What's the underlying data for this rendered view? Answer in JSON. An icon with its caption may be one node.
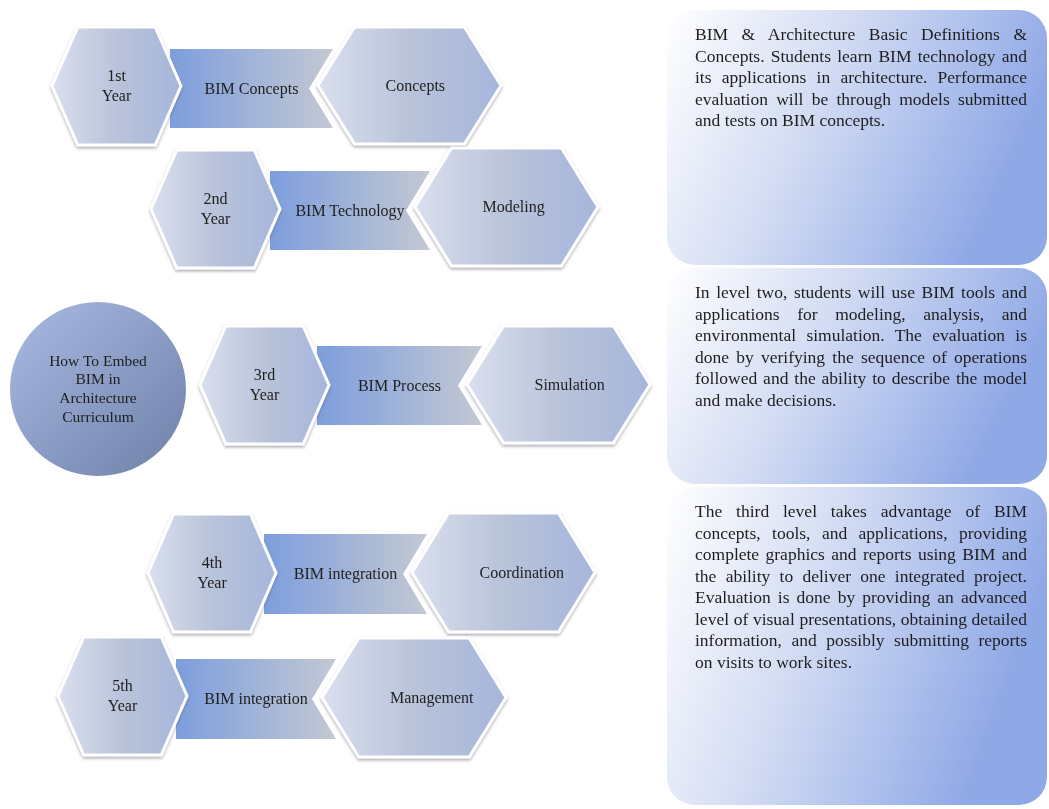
{
  "diagram": {
    "nodes": [
      {
        "text": [
          "1st Year"
        ]
      },
      {
        "text": [
          "BIM Concepts"
        ]
      },
      {
        "text": [
          "Concepts"
        ]
      },
      {
        "text": [
          "2nd Year"
        ]
      },
      {
        "text": [
          "BIM Technology"
        ]
      },
      {
        "text": [
          "Modeling"
        ]
      },
      {
        "text": [
          "How To Embed BIM in Architecture Curriculum"
        ]
      },
      {
        "text": [
          "3rd Year"
        ]
      },
      {
        "text": [
          "BIM Process"
        ]
      },
      {
        "text": [
          "Simulation"
        ]
      },
      {
        "text": [
          "4th Year"
        ]
      },
      {
        "text": [
          "BIM integration"
        ]
      },
      {
        "text": [
          "Coordination"
        ]
      },
      {
        "text": [
          "5th Year"
        ]
      },
      {
        "text": [
          "BIM integration"
        ]
      },
      {
        "text": [
          "Management"
        ]
      },
      {
        "text": [
          "BIM & Architecture Basic Definitions & Concepts. Students learn BIM technology and its applications in architecture. Performance evaluation will be through models submitted and tests on BIM concepts."
        ]
      },
      {
        "text": [
          "In level two, students will use BIM tools and applications for modeling, analysis, and environmental simulation. The evaluation is done by verifying the sequence of operations followed and the ability to describe the model and make decisions."
        ]
      },
      {
        "text": [
          "The third level takes advantage of BIM concepts, tools, and applications, providing complete graphics and reports using BIM and the ability to deliver one integrated project. Evaluation is done by providing an advanced level of visual presentations, obtaining detailed information, and possibly submitting reports on visits to work sites."
        ]
      }
    ]
  }
}
